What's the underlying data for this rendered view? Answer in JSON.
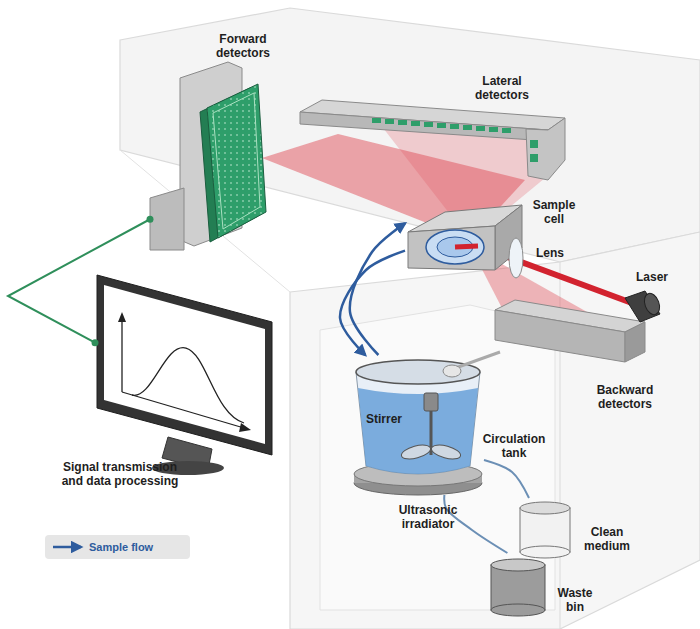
{
  "diagram": {
    "nodes": [
      {
        "text": [
          "Forward detectors"
        ]
      },
      {
        "text": [
          "Sample cell"
        ]
      },
      {
        "text": [
          "Signal transmission and data processing"
        ]
      },
      {
        "text": [
          "Circulation tank"
        ]
      },
      {
        "text": [
          "Clean medium"
        ]
      },
      {
        "text": [
          "Waste bin"
        ]
      }
    ],
    "edges": [
      {
        "from": 3,
        "to": 1,
        "arrow": "to"
      },
      {
        "from": 1,
        "to": 3,
        "arrow": "to"
      },
      {
        "from": 4,
        "to": 3,
        "arrow": "none"
      },
      {
        "from": 5,
        "to": 3,
        "arrow": "none"
      },
      {
        "from": 0,
        "to": 2,
        "arrow": "none"
      }
    ],
    "labels": [
      "Lateral detectors",
      "Lens",
      "Laser",
      "Backward detectors",
      "Stirrer",
      "Ultrasonic irradiator"
    ],
    "legend": [
      {
        "text": "Sample flow"
      }
    ]
  }
}
